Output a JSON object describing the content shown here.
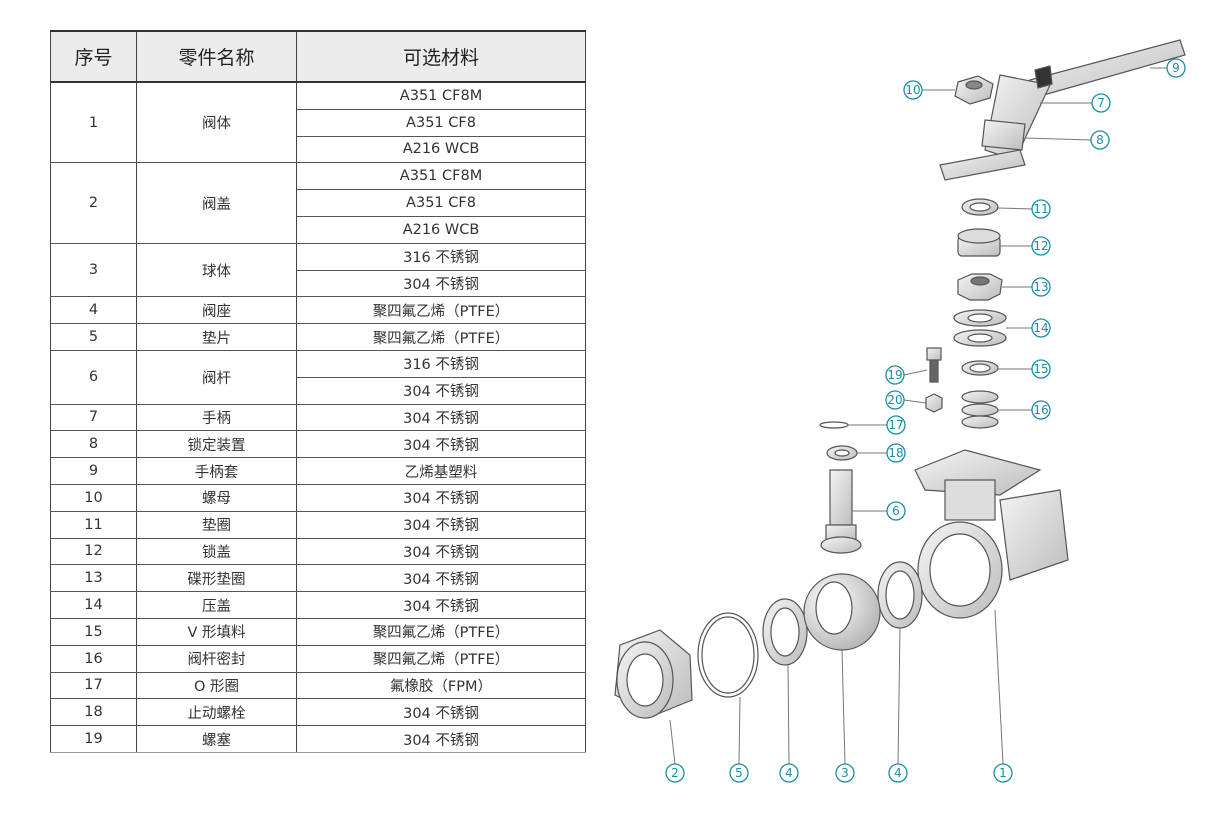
{
  "table": {
    "headers": [
      "序号",
      "零件名称",
      "可选材料"
    ],
    "parts": [
      {
        "no": "1",
        "name": "阀体",
        "materials": [
          "A351 CF8M",
          "A351 CF8",
          "A216 WCB"
        ]
      },
      {
        "no": "2",
        "name": "阀盖",
        "materials": [
          "A351 CF8M",
          "A351 CF8",
          "A216 WCB"
        ]
      },
      {
        "no": "3",
        "name": "球体",
        "materials": [
          "316 不锈钢",
          "304 不锈钢"
        ]
      },
      {
        "no": "4",
        "name": "阀座",
        "materials": [
          "聚四氟乙烯（PTFE）"
        ]
      },
      {
        "no": "5",
        "name": "垫片",
        "materials": [
          "聚四氟乙烯（PTFE）"
        ]
      },
      {
        "no": "6",
        "name": "阀杆",
        "materials": [
          "316 不锈钢",
          "304 不锈钢"
        ]
      },
      {
        "no": "7",
        "name": "手柄",
        "materials": [
          "304 不锈钢"
        ]
      },
      {
        "no": "8",
        "name": "锁定装置",
        "materials": [
          "304 不锈钢"
        ]
      },
      {
        "no": "9",
        "name": "手柄套",
        "materials": [
          "乙烯基塑料"
        ]
      },
      {
        "no": "10",
        "name": "螺母",
        "materials": [
          "304 不锈钢"
        ]
      },
      {
        "no": "11",
        "name": "垫圈",
        "materials": [
          "304 不锈钢"
        ]
      },
      {
        "no": "12",
        "name": "锁盖",
        "materials": [
          "304 不锈钢"
        ]
      },
      {
        "no": "13",
        "name": "碟形垫圈",
        "materials": [
          "304 不锈钢"
        ]
      },
      {
        "no": "14",
        "name": "压盖",
        "materials": [
          "304 不锈钢"
        ]
      },
      {
        "no": "15",
        "name": "V 形填料",
        "materials": [
          "聚四氟乙烯（PTFE）"
        ]
      },
      {
        "no": "16",
        "name": "阀杆密封",
        "materials": [
          "聚四氟乙烯（PTFE）"
        ]
      },
      {
        "no": "17",
        "name": "O 形圈",
        "materials": [
          "氟橡胶（FPM）"
        ]
      },
      {
        "no": "18",
        "name": "止动螺栓",
        "materials": [
          "304 不锈钢"
        ]
      },
      {
        "no": "19",
        "name": "螺塞",
        "materials": [
          "304 不锈钢"
        ]
      }
    ]
  },
  "diagram": {
    "accent_color": "#1a8ea4",
    "callouts": [
      "1",
      "2",
      "3",
      "4",
      "4",
      "5",
      "6",
      "7",
      "8",
      "9",
      "10",
      "11",
      "12",
      "13",
      "14",
      "15",
      "16",
      "17",
      "18",
      "19",
      "20"
    ]
  }
}
